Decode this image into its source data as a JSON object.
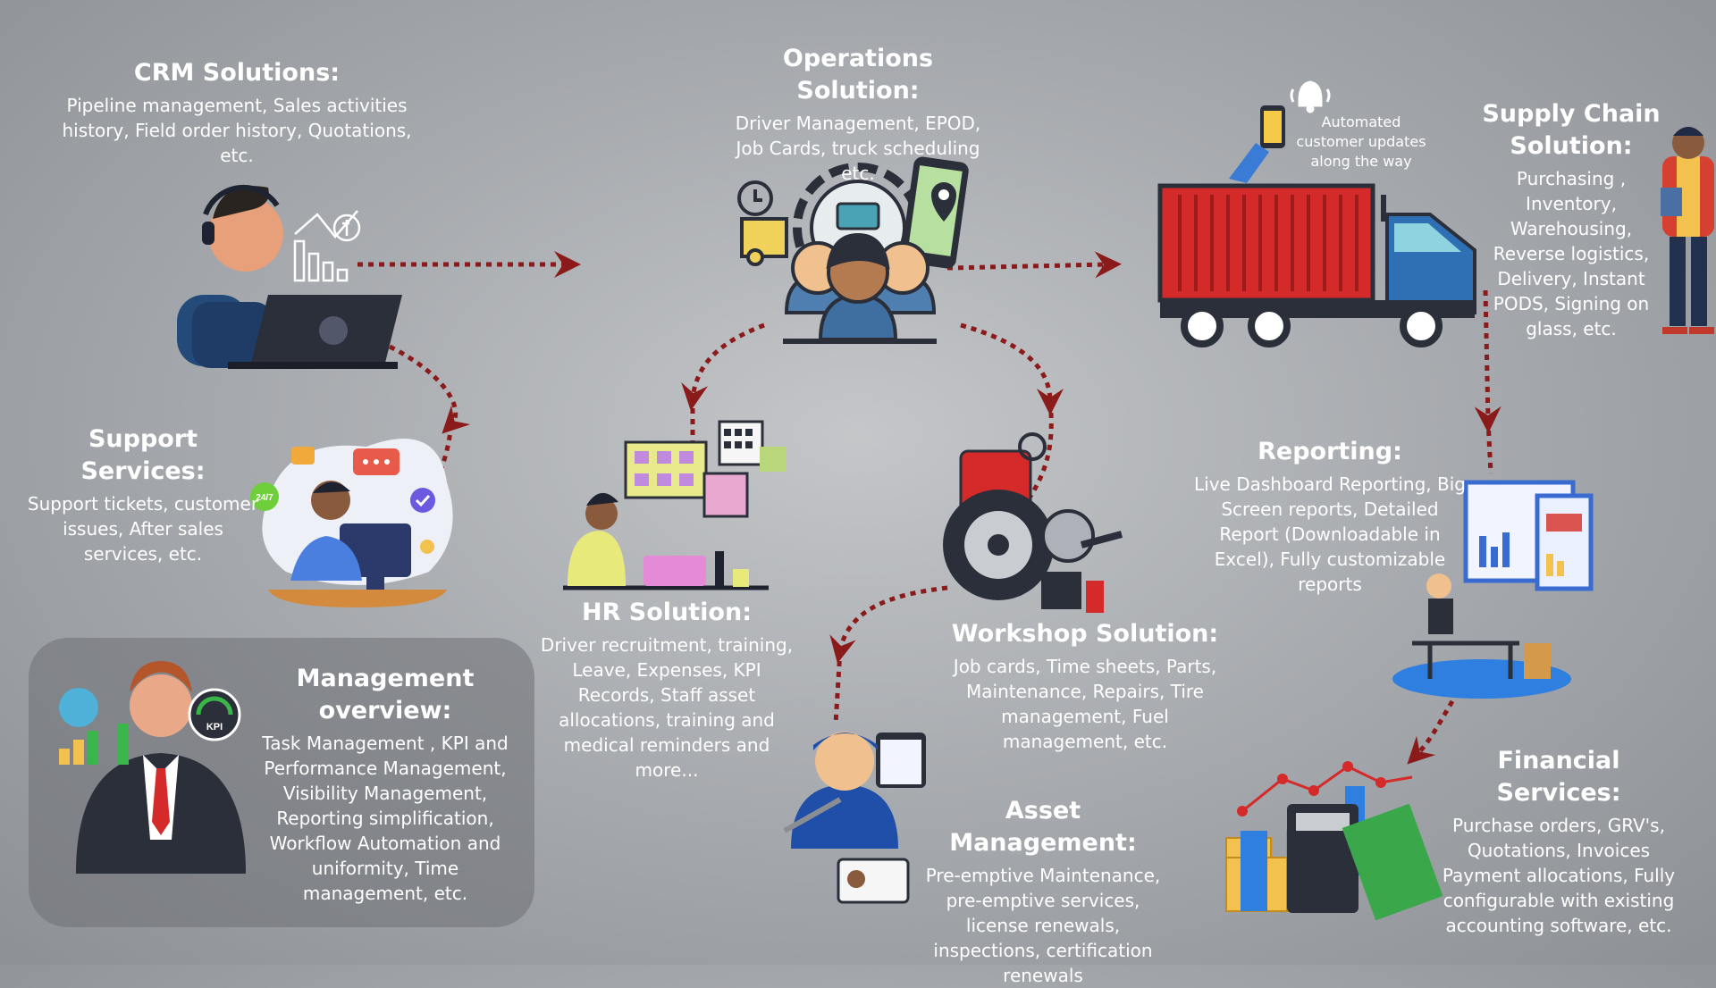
{
  "crm": {
    "title": "CRM Solutions:",
    "desc": "Pipeline management, Sales activities history, Field order history, Quotations, etc."
  },
  "operations": {
    "title": "Operations Solution:",
    "desc": "Driver Management, EPOD, Job Cards,  truck scheduling etc."
  },
  "supply_chain": {
    "title": "Supply Chain Solution:",
    "desc": "Purchasing , Inventory, Warehousing, Reverse logistics, Delivery, Instant PODS, Signing on glass, etc.",
    "callout": "Automated customer updates along the way"
  },
  "support": {
    "title": "Support Services:",
    "desc": "Support tickets, customer issues, After sales services, etc.",
    "badge": "24/7"
  },
  "hr": {
    "title": "HR Solution:",
    "desc": "Driver recruitment, training, Leave, Expenses, KPI Records, Staff asset allocations, training and medical reminders and more..."
  },
  "workshop": {
    "title": "Workshop Solution:",
    "desc": "Job cards, Time sheets, Parts, Maintenance, Repairs, Tire management, Fuel management, etc."
  },
  "reporting": {
    "title": "Reporting:",
    "desc": "Live Dashboard Reporting, Big Screen reports, Detailed Report (Downloadable in Excel), Fully customizable reports"
  },
  "management": {
    "title": "Management overview:",
    "desc": "Task Management , KPI and Performance Management, Visibility Management, Reporting simplification, Workflow Automation and uniformity, Time management, etc.",
    "kpi_label": "KPI"
  },
  "asset": {
    "title": "Asset Management:",
    "desc": "Pre-emptive Maintenance, pre-emptive services, license renewals, inspections, certification renewals"
  },
  "financial": {
    "title": "Financial Services:",
    "desc": "Purchase orders, GRV's, Quotations, Invoices Payment allocations, Fully configurable with existing accounting software, etc."
  },
  "colors": {
    "arrow": "#8b1a1a",
    "truck_container": "#d42a2a",
    "truck_cab": "#2f6fb3",
    "text": "#ffffff"
  },
  "icons": [
    "call-center-agent-icon",
    "growth-chart-icon",
    "operations-team-icon",
    "gps-phone-icon",
    "container-truck-icon",
    "notification-bell-icon",
    "customer-person-icon",
    "support-agent-icon",
    "hr-desk-icon",
    "tire-parts-icon",
    "dashboard-presenter-icon",
    "mechanic-icon",
    "finance-calculator-icon",
    "businessman-kpi-icon"
  ]
}
